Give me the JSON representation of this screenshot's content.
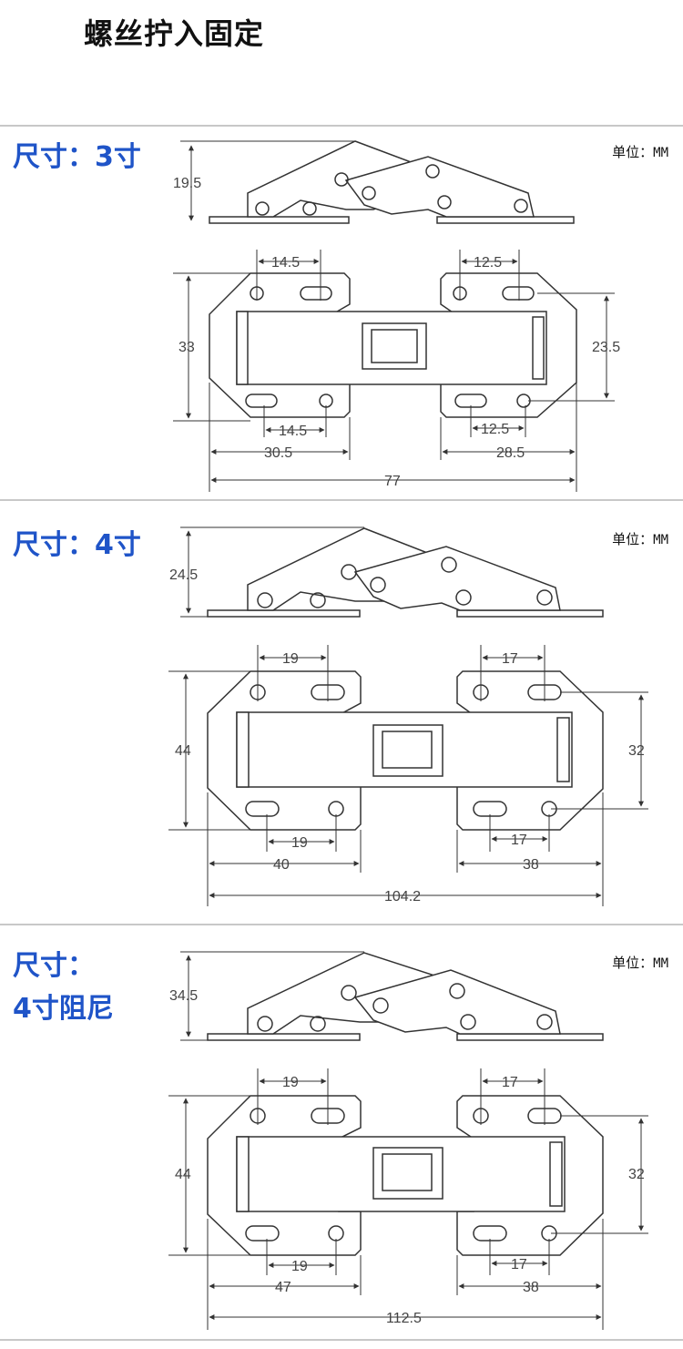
{
  "page": {
    "title": "螺丝拧入固定"
  },
  "unit_label": {
    "text": "单位：",
    "value": "MM"
  },
  "sections": [
    {
      "size_label": "尺寸：3寸",
      "dims": {
        "height": "19.5",
        "left_top": "14.5",
        "right_top": "12.5",
        "left_height": "33",
        "right_height": "23.5",
        "left_bottom": "14.5",
        "right_bottom": "12.5",
        "left_width": "30.5",
        "right_width": "28.5",
        "total": "77"
      }
    },
    {
      "size_label": "尺寸：4寸",
      "dims": {
        "height": "24.5",
        "left_top": "19",
        "right_top": "17",
        "left_height": "44",
        "right_height": "32",
        "left_bottom": "19",
        "right_bottom": "17",
        "left_width": "40",
        "right_width": "38",
        "total": "104.2"
      }
    },
    {
      "size_label_line1": "尺寸：",
      "size_label_line2": "4寸阻尼",
      "dims": {
        "height": "34.5",
        "left_top": "19",
        "right_top": "17",
        "left_height": "44",
        "right_height": "32",
        "left_bottom": "19",
        "right_bottom": "17",
        "left_width": "47",
        "right_width": "38",
        "total": "112.5"
      }
    }
  ]
}
